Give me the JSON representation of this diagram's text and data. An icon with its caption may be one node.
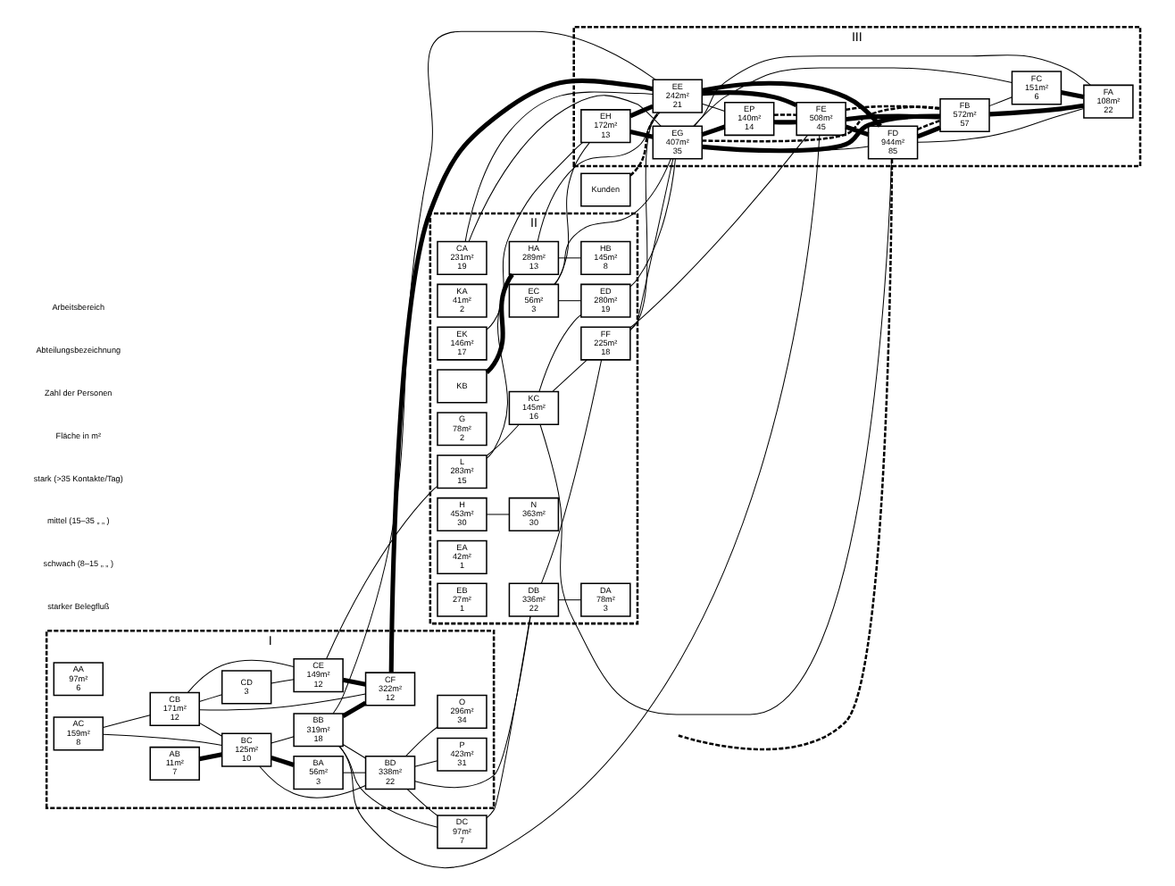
{
  "diagram": {
    "nodes": [
      {
        "text": [
          "I"
        ]
      },
      {
        "text": [
          "AA",
          "97m²",
          "6"
        ],
        "in": 0
      },
      {
        "text": [
          "AB",
          "11m²",
          "7"
        ],
        "in": 0
      },
      {
        "text": [
          "AC",
          "159m²",
          "8"
        ],
        "in": 0
      },
      {
        "text": [
          "CD",
          "3"
        ],
        "in": 0
      },
      {
        "text": [
          "CB",
          "171m²",
          "12"
        ],
        "in": 0
      },
      {
        "text": [
          "CE",
          "149m²",
          "12"
        ],
        "in": 0
      },
      {
        "text": [
          "CF",
          "322m²",
          "12"
        ],
        "in": 0
      },
      {
        "text": [
          "BB",
          "319m²",
          "18"
        ],
        "in": 0
      },
      {
        "text": [
          "BC",
          "125m²",
          "10"
        ],
        "in": 0
      },
      {
        "text": [
          "BA",
          "56m²",
          "3"
        ],
        "in": 0
      },
      {
        "text": [
          "BD",
          "338m²",
          "22"
        ],
        "in": 0
      },
      {
        "text": [
          "P",
          "423m²",
          "31"
        ],
        "in": 0
      },
      {
        "text": [
          "O",
          "296m²",
          "34"
        ],
        "in": 0
      },
      {
        "text": [
          "II"
        ]
      },
      {
        "text": [
          "L",
          "283m²",
          "15"
        ],
        "in": 14
      },
      {
        "text": [
          "KA",
          "41m²",
          "2"
        ],
        "in": 14
      },
      {
        "text": [
          "KB"
        ],
        "in": 14
      },
      {
        "text": [
          "KC",
          "145m²",
          "16"
        ],
        "in": 14
      },
      {
        "text": [
          "CA",
          "231m²",
          "19"
        ],
        "in": 14
      },
      {
        "text": [
          "FF",
          "225m²",
          "18"
        ],
        "in": 14
      },
      {
        "text": [
          "DC",
          "97m²",
          "7"
        ]
      },
      {
        "text": [
          "DB",
          "336m²",
          "22"
        ],
        "in": 14
      },
      {
        "text": [
          "DA",
          "78m²",
          "3"
        ],
        "in": 14
      },
      {
        "text": [
          "HA",
          "289m²",
          "13"
        ],
        "in": 14
      },
      {
        "text": [
          "HB",
          "145m²",
          "8"
        ],
        "in": 14
      },
      {
        "text": [
          "G",
          "78m²",
          "2"
        ],
        "in": 14
      },
      {
        "text": [
          "H",
          "453m²",
          "30"
        ],
        "in": 14
      },
      {
        "text": [
          "N",
          "363m²",
          "30"
        ],
        "in": 14
      },
      {
        "text": [
          "EK",
          "146m²",
          "17"
        ],
        "in": 14
      },
      {
        "text": [
          "EC",
          "56m²",
          "3"
        ],
        "in": 14
      },
      {
        "text": [
          "ED",
          "280m²",
          "19"
        ],
        "in": 14
      },
      {
        "text": [
          "EA",
          "42m²",
          "1"
        ],
        "in": 14
      },
      {
        "text": [
          "EB",
          "27m²",
          "1"
        ],
        "in": 14
      },
      {
        "text": [
          "III"
        ]
      },
      {
        "text": [
          "EH",
          "172m²",
          "13"
        ],
        "in": 34
      },
      {
        "text": [
          "EG",
          "407m²",
          "35"
        ],
        "in": 34
      },
      {
        "text": [
          "EE",
          "242m²",
          "21"
        ],
        "in": 34
      },
      {
        "text": [
          "EP",
          "140m²",
          "14"
        ],
        "in": 34
      },
      {
        "text": [
          "FE",
          "508m²",
          "45"
        ],
        "in": 34
      },
      {
        "text": [
          "FD",
          "944m²",
          "85"
        ],
        "in": 34
      },
      {
        "text": [
          "FB",
          "572m²",
          "57"
        ],
        "in": 34
      },
      {
        "text": [
          "FC",
          "151m²",
          "6"
        ],
        "in": 34
      },
      {
        "text": [
          "FA",
          "108m²",
          "22"
        ],
        "in": 34
      },
      {
        "text": [
          "Kunden"
        ]
      }
    ],
    "edges": [
      {
        "from": 3,
        "to": 9,
        "arrow": "none"
      },
      {
        "from": 2,
        "to": 9,
        "arrow": "none",
        "style": "thick"
      },
      {
        "from": 3,
        "to": 5,
        "arrow": "none"
      },
      {
        "from": 5,
        "to": 4,
        "arrow": "none"
      },
      {
        "from": 4,
        "to": 6,
        "arrow": "none"
      },
      {
        "from": 5,
        "to": 6,
        "arrow": "none"
      },
      {
        "from": 6,
        "to": 7,
        "arrow": "none",
        "style": "thick"
      },
      {
        "from": 5,
        "to": 7,
        "arrow": "none"
      },
      {
        "from": 5,
        "to": 9,
        "arrow": "none"
      },
      {
        "from": 9,
        "to": 8,
        "arrow": "none"
      },
      {
        "from": 9,
        "to": 11,
        "arrow": "none"
      },
      {
        "from": 9,
        "to": 10,
        "arrow": "none",
        "style": "thick"
      },
      {
        "from": 10,
        "to": 11,
        "arrow": "none"
      },
      {
        "from": 8,
        "to": 7,
        "arrow": "none",
        "style": "thick"
      },
      {
        "from": 8,
        "to": 11,
        "arrow": "none"
      },
      {
        "from": 8,
        "to": 21,
        "arrow": "none"
      },
      {
        "from": 8,
        "to": 37,
        "arrow": "none"
      },
      {
        "from": 8,
        "to": 39,
        "arrow": "none"
      },
      {
        "from": 11,
        "to": 21,
        "arrow": "none"
      },
      {
        "from": 11,
        "to": 22,
        "arrow": "none"
      },
      {
        "from": 11,
        "to": 12,
        "arrow": "none"
      },
      {
        "from": 11,
        "to": 13,
        "arrow": "none"
      },
      {
        "from": 21,
        "to": 22,
        "arrow": "none"
      },
      {
        "from": 22,
        "to": 23,
        "arrow": "none"
      },
      {
        "from": 6,
        "to": 15,
        "arrow": "none"
      },
      {
        "from": 22,
        "to": 20,
        "arrow": "none"
      },
      {
        "from": 7,
        "to": 37,
        "arrow": "none",
        "style": "thick"
      },
      {
        "from": 19,
        "to": 37,
        "arrow": "none"
      },
      {
        "from": 19,
        "to": 36,
        "arrow": "none"
      },
      {
        "from": 15,
        "to": 18,
        "arrow": "none"
      },
      {
        "from": 15,
        "to": 24,
        "arrow": "none"
      },
      {
        "from": 17,
        "to": 24,
        "arrow": "none",
        "style": "thick"
      },
      {
        "from": 18,
        "to": 20,
        "arrow": "none"
      },
      {
        "from": 18,
        "to": 40,
        "arrow": "none"
      },
      {
        "from": 18,
        "to": 31,
        "arrow": "none"
      },
      {
        "from": 20,
        "to": 36,
        "arrow": "none"
      },
      {
        "from": 20,
        "to": 37,
        "arrow": "none"
      },
      {
        "from": 20,
        "to": 39,
        "arrow": "none"
      },
      {
        "from": 24,
        "to": 25,
        "arrow": "none"
      },
      {
        "from": 24,
        "to": 37,
        "arrow": "none"
      },
      {
        "from": 27,
        "to": 28,
        "arrow": "none"
      },
      {
        "from": 29,
        "to": 35,
        "arrow": "none"
      },
      {
        "from": 30,
        "to": 35,
        "arrow": "none"
      },
      {
        "from": 30,
        "to": 31,
        "arrow": "none"
      },
      {
        "from": 30,
        "to": 36,
        "arrow": "none"
      },
      {
        "from": 31,
        "to": 36,
        "arrow": "none"
      },
      {
        "from": 35,
        "to": 37,
        "arrow": "none",
        "style": "thick"
      },
      {
        "from": 35,
        "to": 36,
        "arrow": "none",
        "style": "thick"
      },
      {
        "from": 36,
        "to": 38,
        "arrow": "none",
        "style": "thick"
      },
      {
        "from": 37,
        "to": 38,
        "arrow": "none"
      },
      {
        "from": 37,
        "to": 39,
        "arrow": "none",
        "style": "thick"
      },
      {
        "from": 37,
        "to": 40,
        "arrow": "none",
        "style": "thick"
      },
      {
        "from": 38,
        "to": 39,
        "arrow": "none",
        "style": "thick"
      },
      {
        "from": 38,
        "to": 39,
        "arrow": "none",
        "style": "dashed"
      },
      {
        "from": 39,
        "to": 40,
        "arrow": "none",
        "style": "thick"
      },
      {
        "from": 39,
        "to": 41,
        "arrow": "none",
        "style": "thick"
      },
      {
        "from": 39,
        "to": 41,
        "arrow": "none",
        "style": "dashed"
      },
      {
        "from": 40,
        "to": 41,
        "arrow": "none",
        "style": "thick"
      },
      {
        "from": 40,
        "to": 41,
        "arrow": "none",
        "style": "dashed"
      },
      {
        "from": 36,
        "to": 41,
        "arrow": "none",
        "style": "thick"
      },
      {
        "from": 36,
        "to": 41,
        "arrow": "none",
        "style": "dashed"
      },
      {
        "from": 36,
        "to": 40,
        "arrow": "none"
      },
      {
        "from": 36,
        "to": 42,
        "arrow": "none"
      },
      {
        "from": 36,
        "to": 43,
        "arrow": "none"
      },
      {
        "from": 41,
        "to": 42,
        "arrow": "none"
      },
      {
        "from": 41,
        "to": 43,
        "arrow": "none",
        "style": "thick"
      },
      {
        "from": 42,
        "to": 43,
        "arrow": "none",
        "style": "thick"
      },
      {
        "from": 40,
        "to": 43,
        "arrow": "none"
      },
      {
        "from": 44,
        "to": 37,
        "arrow": "none",
        "style": "dashed"
      },
      {
        "from": null,
        "to": 40,
        "arrow": "none",
        "style": "dashed"
      }
    ],
    "legend": [
      {
        "text": "Arbeitsbereich"
      },
      {
        "text": "Abteilungsbezeichnung"
      },
      {
        "text": "Zahl der Personen"
      },
      {
        "text": "Fläche in m²"
      },
      {
        "text": "stark (>35 Kontakte/Tag)"
      },
      {
        "text": "mittel (15–35 „ „ )"
      },
      {
        "text": "schwach (8–15 „ „ )"
      },
      {
        "text": "starker Belegfluß"
      }
    ]
  }
}
